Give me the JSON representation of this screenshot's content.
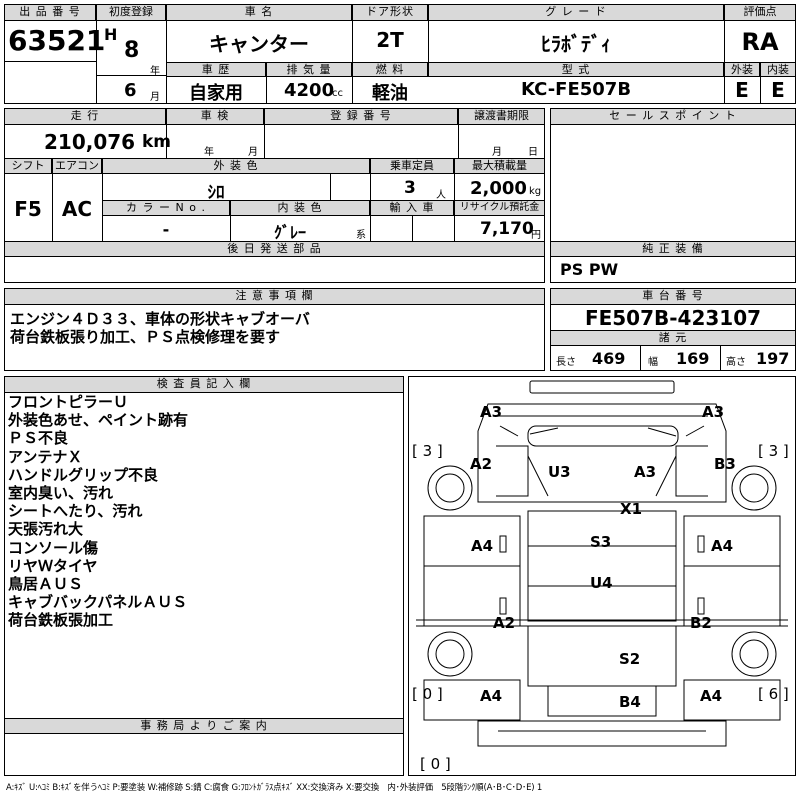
{
  "top": {
    "h_lot": "出 品 番 号",
    "lot": "63521",
    "h_first_reg": "初度登録",
    "era": "H",
    "year": "8",
    "year_unit": "年",
    "month": "6",
    "month_unit": "月",
    "h_car_name": "車 名",
    "car_name": "キャンター",
    "h_door": "ドア形状",
    "door": "2T",
    "h_grade": "グ レ ー ド",
    "grade": "ﾋﾗﾎﾞﾃﾞｨ",
    "h_score": "評価点",
    "score": "RA",
    "h_history": "車 歴",
    "history": "自家用",
    "h_displacement": "排 気 量",
    "displacement": "4200",
    "cc": "cc",
    "h_fuel": "燃 料",
    "fuel": "軽油",
    "h_model": "型 式",
    "model": "KC-FE507B",
    "h_exterior": "外装",
    "exterior": "E",
    "h_interior": "内装",
    "interior": "E"
  },
  "mid": {
    "h_mileage": "走 行",
    "mileage": "210,076",
    "km": "km",
    "h_inspection": "車 検",
    "insp_year": "年",
    "insp_month": "月",
    "h_plate": "登 録 番 号",
    "h_transfer": "譲渡書期限",
    "tr_month": "月",
    "tr_day": "日",
    "h_selling": "セ ー ル ス ポ イ ン ト",
    "h_shift": "シフト",
    "shift": "F5",
    "h_ac": "エアコン",
    "ac": "AC",
    "h_color": "外 装 色",
    "color": "ｼﾛ",
    "h_capacity": "乗車定員",
    "capacity": "3",
    "cap_unit": "人",
    "h_load": "最大積載量",
    "load": "2,000",
    "load_unit": "kg",
    "h_color_no": "カ ラ ー N o .",
    "color_no": "-",
    "h_int_color": "内 装 色",
    "int_color": "ｸﾞﾚｰ",
    "int_color_unit": "系",
    "h_import": "輸 入 車",
    "h_recycle": "リサイクル預託金",
    "recycle": "7,170",
    "recycle_unit": "円",
    "h_later": "後 日 発 送 部 品",
    "h_equipment": "純 正 装 備",
    "equipment": "PS PW"
  },
  "notes": {
    "h_caution": "注 意 事 項 欄",
    "caution": [
      "エンジン４Ｄ３３、車体の形状キャブオーバ",
      "荷台鉄板張り加工、ＰＳ点検修理を要す"
    ],
    "h_chassis": "車 台 番 号",
    "chassis": "FE507B-423107",
    "h_dims": "諸 元",
    "len_label": "長さ",
    "len": "469",
    "wid_label": "幅",
    "wid": "169",
    "hgt_label": "高さ",
    "hgt": "197"
  },
  "inspector": {
    "h": "検 査 員 記 入 欄",
    "lines": [
      "フロントピラーＵ",
      "外装色あせ、ペイント跡有",
      "ＰＳ不良",
      "アンテナＸ",
      "ハンドルグリップ不良",
      "室内臭い、汚れ",
      "シートへたり、汚れ",
      "天張汚れ大",
      "コンソール傷",
      "リヤＷタイヤ",
      "鳥居ＡＵＳ",
      "キャブバックパネルＡＵＳ",
      "荷台鉄板張加工"
    ]
  },
  "office": {
    "h": "事 務 局 よ り ご 案 内"
  },
  "diagram": {
    "marks": [
      "A3",
      "A3",
      "A2",
      "U3",
      "A3",
      "B3",
      "X1",
      "A4",
      "S3",
      "A4",
      "U4",
      "A2",
      "B2",
      "S2",
      "A4",
      "B4",
      "A4"
    ],
    "tires": [
      "[ 3 ]",
      "[ 3 ]",
      "[ 0 ]",
      "[ 6 ]",
      "[ 0 ]"
    ]
  },
  "legend": "A:ｷｽﾞ U:ﾍｺﾐ B:ｷｽﾞを伴うﾍｺﾐ P:要塗装 W:補修跡 S:錆 C:腐食 G:ﾌﾛﾝﾄｶﾞﾗｽ点ｷｽﾞ XX:交換済み X:要交換　内･外装評価　5段階ﾗﾝｸ順(A･B･C･D･E) 1"
}
